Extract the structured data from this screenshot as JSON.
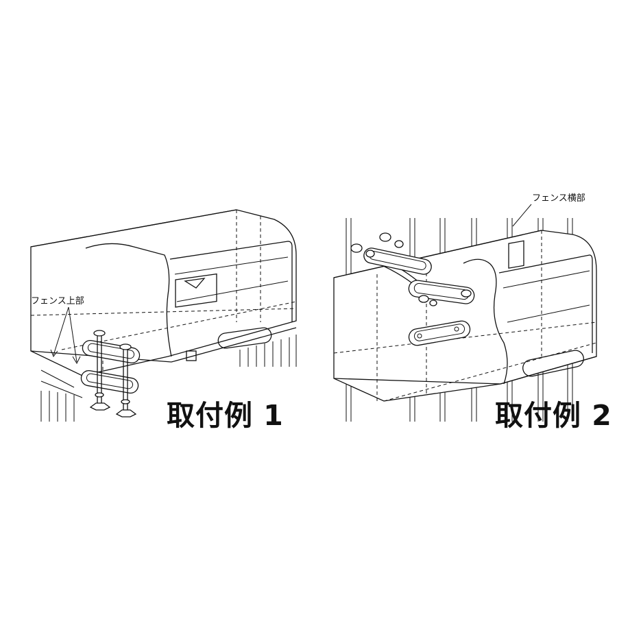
{
  "figure1": {
    "caption": "取付例 1",
    "label": "フェンス上部"
  },
  "figure2": {
    "caption": "取付例 2",
    "label": "フェンス横部"
  },
  "colors": {
    "ink": "#111111",
    "paper": "#ffffff"
  }
}
